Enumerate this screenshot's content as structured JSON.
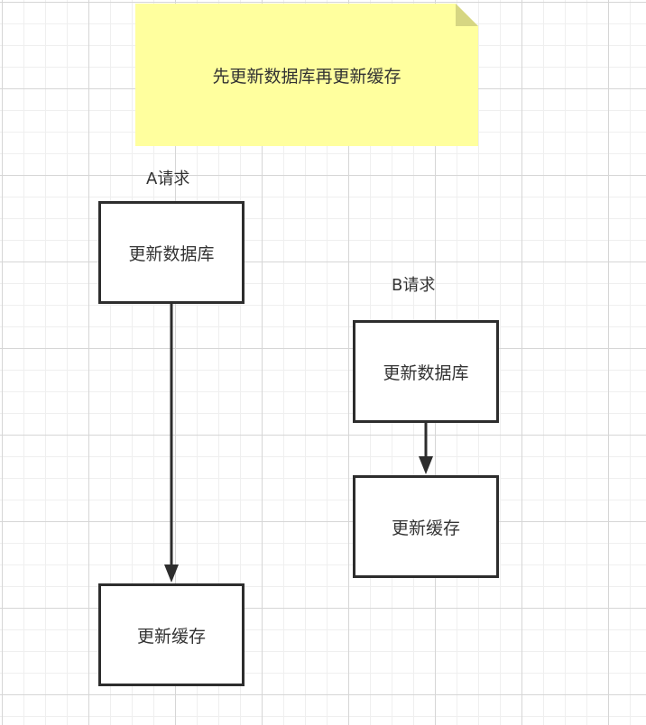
{
  "note": {
    "text": "先更新数据库再更新缓存"
  },
  "request_a": {
    "label": "A请求",
    "step1": "更新数据库",
    "step2": "更新缓存"
  },
  "request_b": {
    "label": "B请求",
    "step1": "更新数据库",
    "step2": "更新缓存"
  },
  "colors": {
    "note_fill": "#ffff9e",
    "note_fold": "#d6d682",
    "stroke": "#2d2d2d",
    "grid": "#d6d6d6"
  }
}
